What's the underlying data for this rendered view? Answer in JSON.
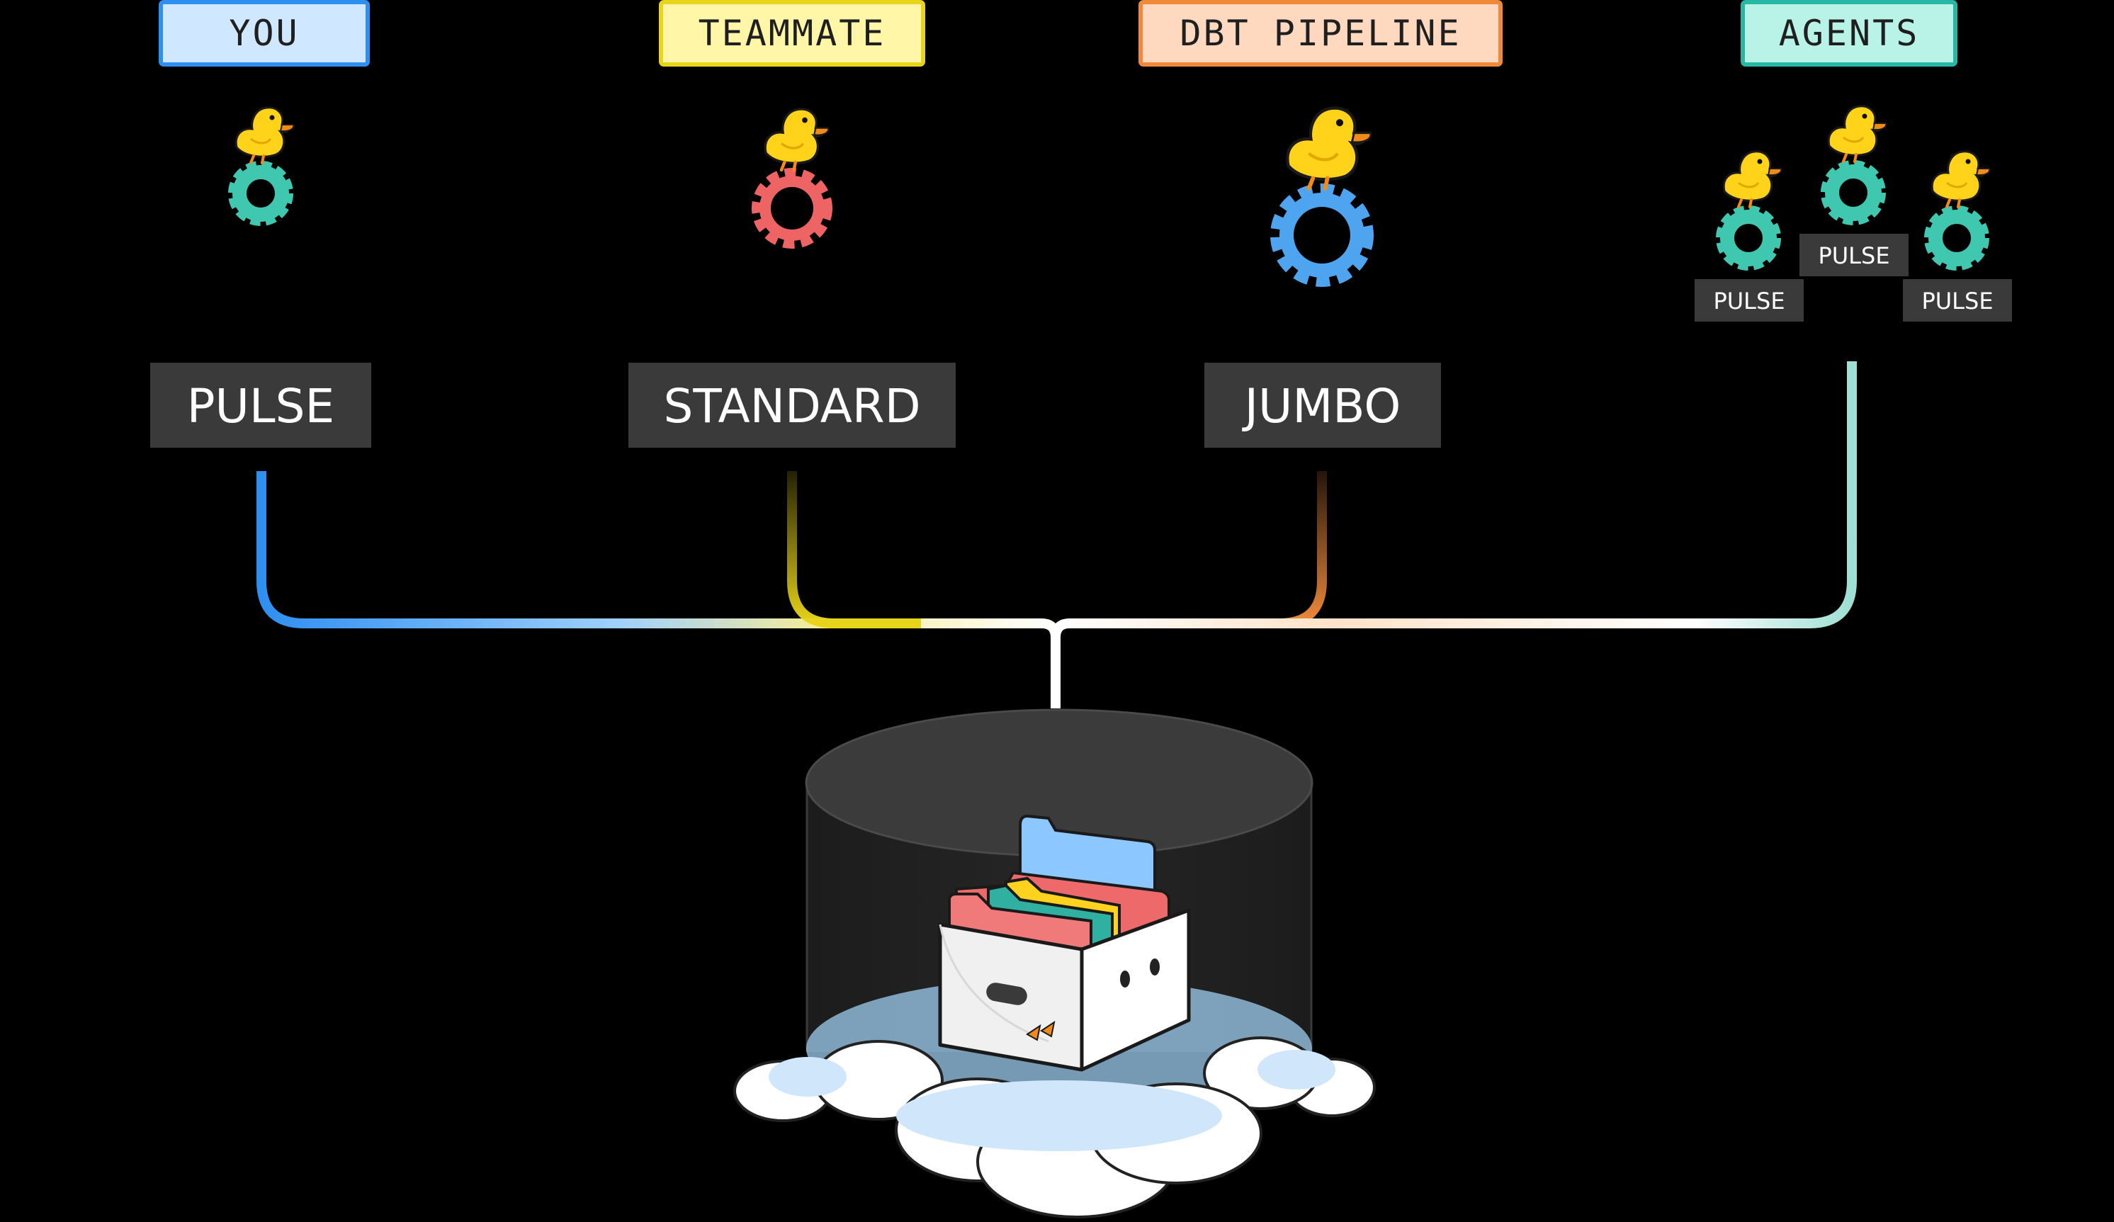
{
  "colors": {
    "background": "#000000",
    "you": "#2f8ff0",
    "teammate": "#e8d41a",
    "dbt_pipeline": "#f08a3a",
    "agents": "#26b8a4",
    "label_bg": "#3a3a3a"
  },
  "columns": [
    {
      "role": "YOU",
      "size": "PULSE",
      "gear_color": "#3fc7b0"
    },
    {
      "role": "TEAMMATE",
      "size": "STANDARD",
      "gear_color": "#ee6363"
    },
    {
      "role": "DBT PIPELINE",
      "size": "JUMBO",
      "gear_color": "#4ea4ee"
    },
    {
      "role": "AGENTS",
      "agent_labels": [
        "PULSE",
        "PULSE",
        "PULSE"
      ],
      "gear_color": "#3fc7b0"
    }
  ],
  "icons": [
    "duck-icon",
    "gear-icon",
    "database-cylinder-icon",
    "file-box-icon",
    "cloud-icon"
  ]
}
